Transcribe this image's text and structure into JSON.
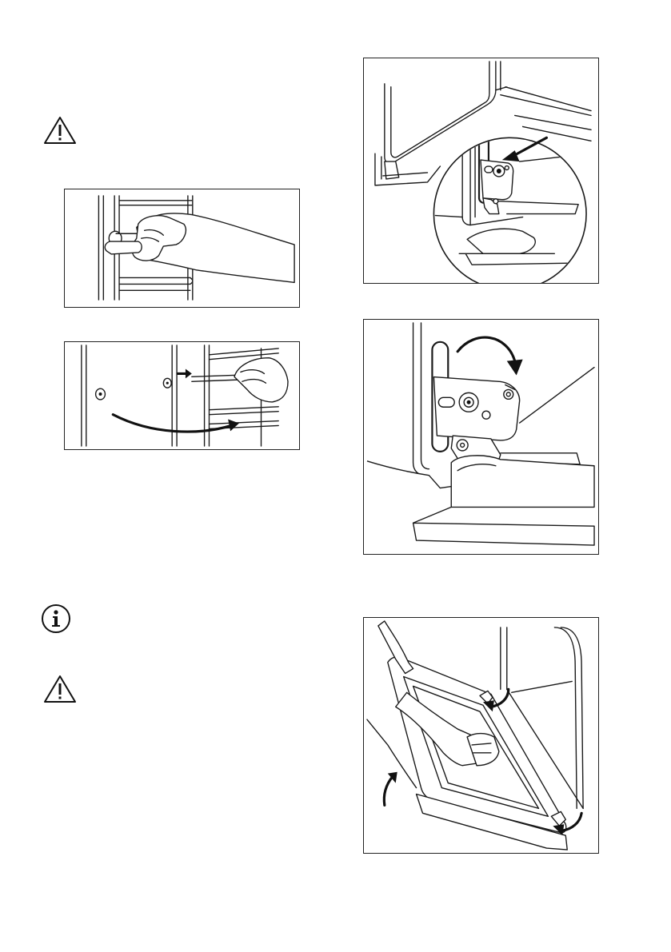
{
  "icons": {
    "warning_1": "warning-triangle-icon",
    "info": "info-circle-icon",
    "warning_2": "warning-triangle-icon"
  },
  "figures": [
    {
      "id": "fig-hand-pull-shelf-support",
      "icon": "hand-pull-illustration"
    },
    {
      "id": "fig-shelf-support-removal",
      "icon": "shelf-support-arrow-illustration"
    },
    {
      "id": "fig-door-hinge-detail",
      "icon": "hinge-lever-zoom-illustration"
    },
    {
      "id": "fig-hinge-lever-rotate",
      "icon": "hinge-rotate-illustration"
    },
    {
      "id": "fig-door-lift-remove",
      "icon": "door-lift-illustration"
    }
  ],
  "colors": {
    "line": "#1a1a1a",
    "border": "#222222",
    "background": "#ffffff"
  }
}
